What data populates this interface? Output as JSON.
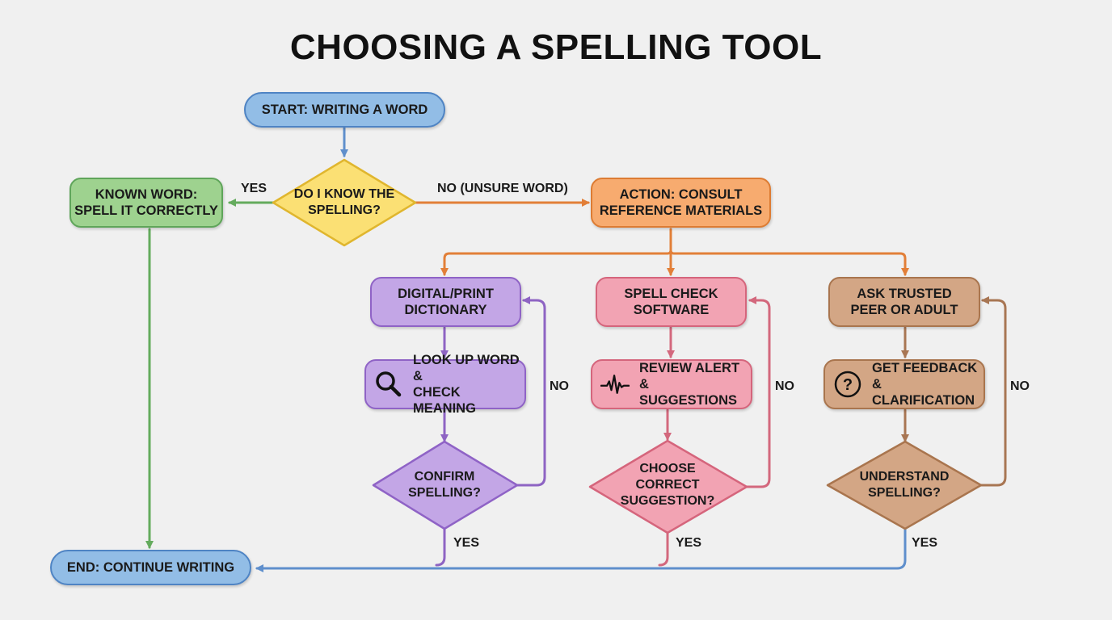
{
  "title": "CHOOSING A SPELLING TOOL",
  "nodes": {
    "start": "START: WRITING A WORD",
    "decision_know": "DO I KNOW THE\nSPELLING?",
    "known": "KNOWN WORD:\nSPELL IT CORRECTLY",
    "consult": "ACTION: CONSULT\nREFERENCE MATERIALS",
    "dictionary": "DIGITAL/PRINT\nDICTIONARY",
    "lookup": "LOOK UP WORD &\nCHECK MEANING",
    "confirm": "CONFIRM\nSPELLING?",
    "spellcheck": "SPELL CHECK\nSOFTWARE",
    "review": "REVIEW ALERT &\nSUGGESTIONS",
    "choose": "CHOOSE\nCORRECT\nSUGGESTION?",
    "ask": "ASK TRUSTED\nPEER OR ADULT",
    "feedback": "GET FEEDBACK &\nCLARIFICATION",
    "understand": "UNDERSTAND\nSPELLING?",
    "end": "END: CONTINUE WRITING"
  },
  "edge_labels": {
    "yes_known": "YES",
    "no_unsure": "NO (UNSURE WORD)",
    "no_dictionary": "NO",
    "no_spellcheck": "NO",
    "no_ask": "NO",
    "yes_dictionary": "YES",
    "yes_spellcheck": "YES",
    "yes_ask": "YES"
  },
  "icons": {
    "lookup": "magnifying-glass-icon",
    "review": "pulse-waveform-icon",
    "feedback": "question-circle-icon"
  },
  "colors": {
    "blue": "#92bde6",
    "green": "#9ed28f",
    "orange": "#f7ab6f",
    "purple": "#c3a6e6",
    "pink": "#f2a3b3",
    "brown": "#d3a685",
    "yellow": "#fbe074"
  }
}
